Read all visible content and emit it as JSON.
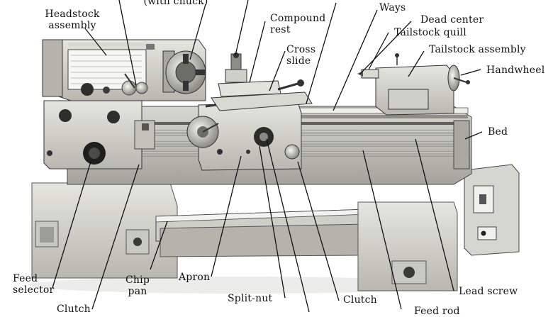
{
  "labels": {
    "with_chuck": "(with chuck)",
    "headstock_1": "Headstock",
    "headstock_2": "assembly",
    "compound_1": "Compound",
    "compound_2": "rest",
    "cross_1": "Cross",
    "cross_2": "slide",
    "ways": "Ways",
    "dead_center": "Dead center",
    "tailstock_quill": "Tailstock quill",
    "tailstock_assembly": "Tailstock assembly",
    "handwheel": "Handwheel",
    "bed": "Bed",
    "feed_selector_1": "Feed",
    "feed_selector_2": "selector",
    "chip_pan_1": "Chip",
    "chip_pan_2": "pan",
    "apron": "Apron",
    "split_nut": "Split-nut",
    "clutch_bottom_center": "Clutch",
    "lead_screw": "Lead screw",
    "clutch_bottom_left": "Clutch",
    "feed_rod": "Feed rod"
  },
  "colors": {
    "line": "#111111",
    "machine_light": "#dcdcd6",
    "machine_mid": "#b9b9b2",
    "machine_dark": "#6d6d68",
    "machine_shadow": "#3a3a37",
    "metal": "#e9e9e4"
  }
}
